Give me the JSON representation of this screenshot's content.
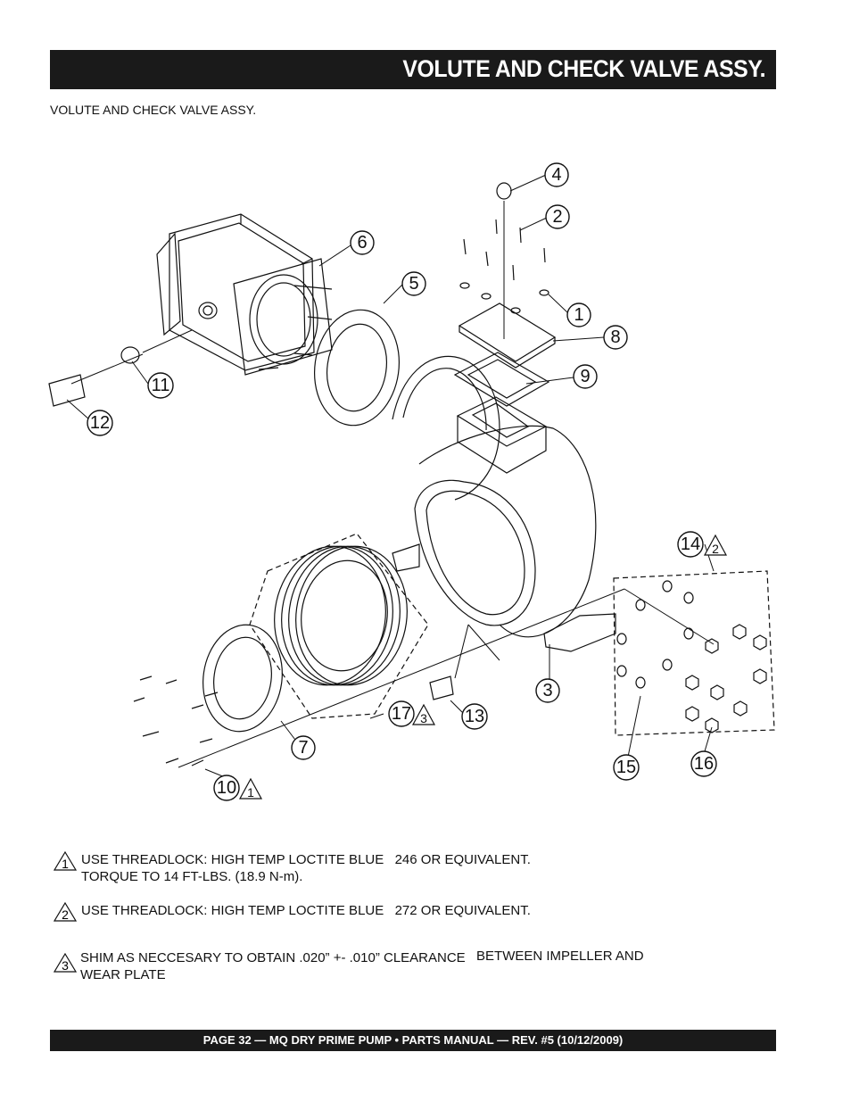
{
  "header": {
    "title": "VOLUTE AND CHECK VALVE ASSY."
  },
  "subtitle": "VOLUTE AND CHECK VALVE ASSY.",
  "callouts": {
    "c1": "1",
    "c2": "2",
    "c3": "3",
    "c4": "4",
    "c5": "5",
    "c6": "6",
    "c7": "7",
    "c8": "8",
    "c9": "9",
    "c10": "10",
    "c11": "11",
    "c12": "12",
    "c13": "13",
    "c14": "14",
    "c15": "15",
    "c16": "16",
    "c17": "17",
    "tri10": "1",
    "tri14": "2",
    "tri17": "3"
  },
  "notes": [
    {
      "marker": "1",
      "line1": "USE THREADLOCK: HIGH TEMP LOCTITE BLUE",
      "line1b": "246 OR EQUIVALENT.",
      "line2": "TORQUE TO 14 FT-LBS. (18.9 N-m)."
    },
    {
      "marker": "2",
      "line1": "USE THREADLOCK: HIGH TEMP LOCTITE BLUE",
      "line1b": "272 OR EQUIVALENT.",
      "line2": ""
    },
    {
      "marker": "3",
      "line1": "SHIM AS NECCESARY TO OBTAIN .020” +- .010” CLEARANCE",
      "line1b": "BETWEEN IMPELLER AND",
      "line2": "WEAR PLATE"
    }
  ],
  "footer": {
    "text": "PAGE 32 — MQ DRY PRIME PUMP • PARTS MANUAL — REV. #5 (10/12/2009)"
  }
}
